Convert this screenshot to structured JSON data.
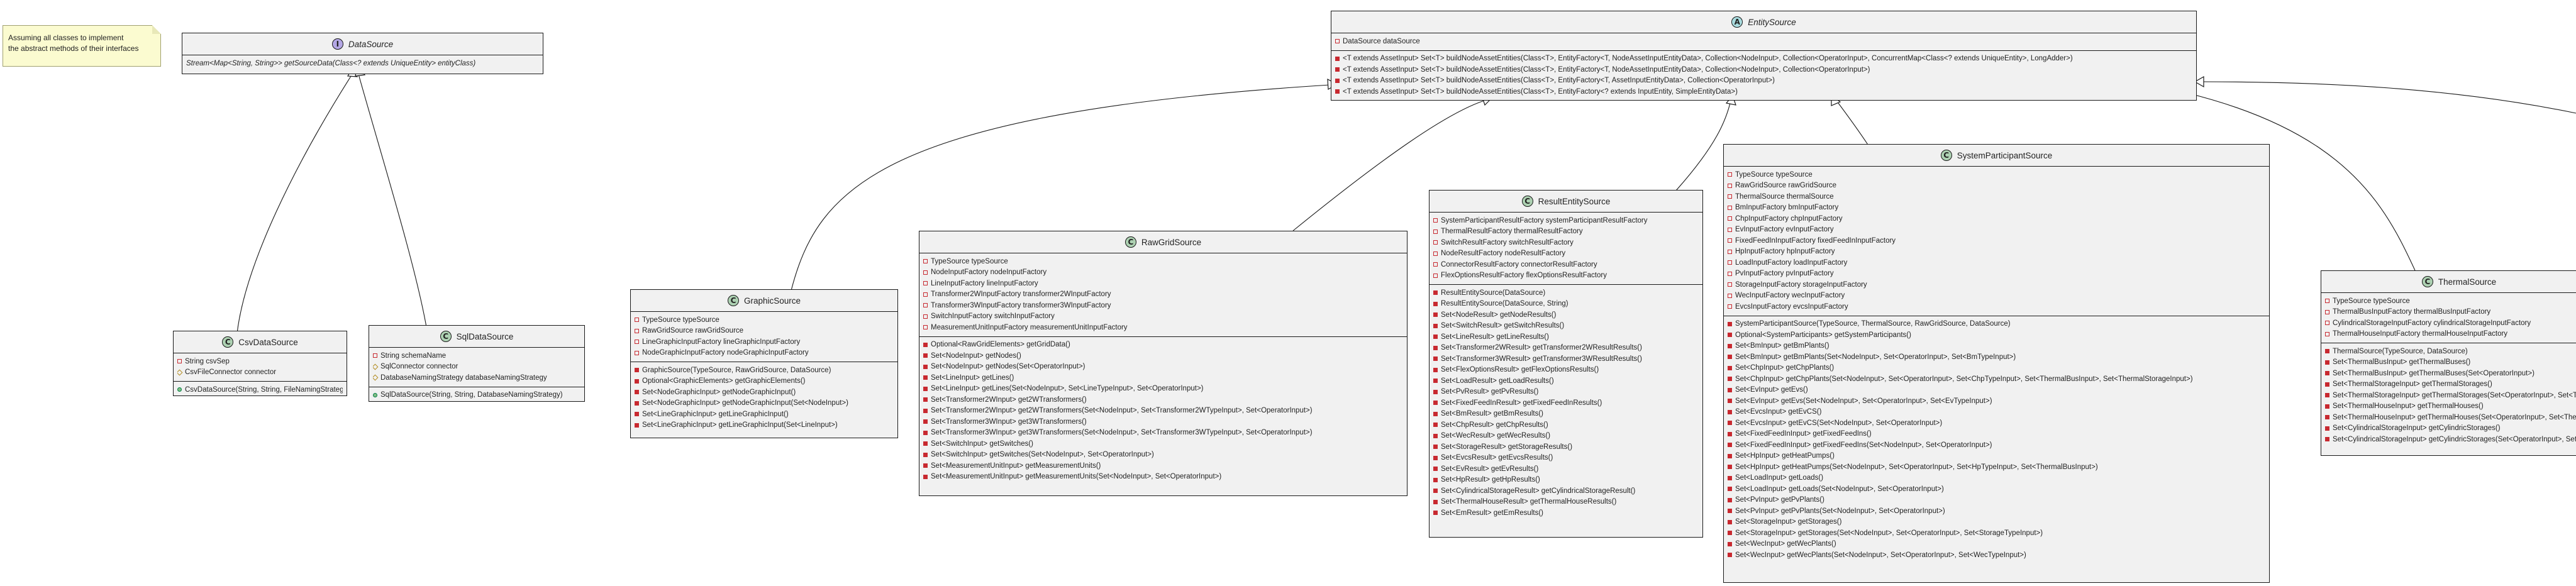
{
  "note": {
    "lines": [
      "Assuming all classes to implement",
      "the abstract methods of their interfaces"
    ]
  },
  "classes": {
    "datasource": {
      "kind": "interface",
      "name": "DataSource",
      "sections": [
        [
          {
            "vis": "abstract",
            "text": "Stream<Map<String, String>> getSourceData(Class<? extends UniqueEntity> entityClass)"
          }
        ]
      ]
    },
    "entitysource": {
      "kind": "abstract",
      "name": "EntitySource",
      "sections": [
        [
          {
            "vis": "private",
            "text": "DataSource dataSource"
          }
        ],
        [
          {
            "vis": "private-method",
            "text": "<T extends AssetInput> Set<T> buildNodeAssetEntities(Class<T>, EntityFactory<T, NodeAssetInputEntityData>, Collection<NodeInput>, Collection<OperatorInput>, ConcurrentMap<Class<? extends UniqueEntity>, LongAdder>)"
          },
          {
            "vis": "private-method",
            "text": "<T extends AssetInput> Set<T> buildNodeAssetEntities(Class<T>, EntityFactory<T, NodeAssetInputEntityData>, Collection<NodeInput>, Collection<OperatorInput>)"
          },
          {
            "vis": "private-method",
            "text": "<T extends AssetInput> Set<T> buildNodeAssetEntities(Class<T>, EntityFactory<T, AssetInputEntityData>, Collection<OperatorInput>)"
          },
          {
            "vis": "private-method",
            "text": "<T extends AssetInput> Set<T> buildNodeAssetEntities(Class<T>, EntityFactory<? extends InputEntity, SimpleEntityData>)"
          }
        ]
      ]
    },
    "csvdatasource": {
      "kind": "class",
      "name": "CsvDataSource",
      "sections": [
        [
          {
            "vis": "private",
            "text": "String csvSep"
          },
          {
            "vis": "protected",
            "text": "CsvFileConnector connector"
          }
        ],
        [
          {
            "vis": "public-method",
            "text": "CsvDataSource(String, String, FileNamingStrategy)"
          }
        ]
      ]
    },
    "sqldatasource": {
      "kind": "class",
      "name": "SqlDataSource",
      "sections": [
        [
          {
            "vis": "private",
            "text": "String schemaName"
          },
          {
            "vis": "protected",
            "text": "SqlConnector connector"
          },
          {
            "vis": "protected",
            "text": "DatabaseNamingStrategy databaseNamingStrategy"
          }
        ],
        [
          {
            "vis": "public-method",
            "text": "SqlDataSource(String, String, DatabaseNamingStrategy)"
          }
        ]
      ]
    },
    "graphicsource": {
      "kind": "class",
      "name": "GraphicSource",
      "sections": [
        [
          {
            "vis": "private",
            "text": "TypeSource typeSource"
          },
          {
            "vis": "private",
            "text": "RawGridSource rawGridSource"
          },
          {
            "vis": "private",
            "text": "LineGraphicInputFactory lineGraphicInputFactory"
          },
          {
            "vis": "private",
            "text": "NodeGraphicInputFactory nodeGraphicInputFactory"
          }
        ],
        [
          {
            "vis": "private-method",
            "text": "GraphicSource(TypeSource, RawGridSource, DataSource)"
          },
          {
            "vis": "private-method",
            "text": "Optional<GraphicElements> getGraphicElements()"
          },
          {
            "vis": "private-method",
            "text": "Set<NodeGraphicInput> getNodeGraphicInput()"
          },
          {
            "vis": "private-method",
            "text": "Set<NodeGraphicInput> getNodeGraphicInput(Set<NodeInput>)"
          },
          {
            "vis": "private-method",
            "text": "Set<LineGraphicInput> getLineGraphicInput()"
          },
          {
            "vis": "private-method",
            "text": "Set<LineGraphicInput> getLineGraphicInput(Set<LineInput>)"
          }
        ]
      ]
    },
    "rawgridsource": {
      "kind": "class",
      "name": "RawGridSource",
      "sections": [
        [
          {
            "vis": "private",
            "text": "TypeSource typeSource"
          },
          {
            "vis": "private",
            "text": "NodeInputFactory nodeInputFactory"
          },
          {
            "vis": "private",
            "text": "LineInputFactory lineInputFactory"
          },
          {
            "vis": "private",
            "text": "Transformer2WInputFactory transformer2WInputFactory"
          },
          {
            "vis": "private",
            "text": "Transformer3WInputFactory transformer3WInputFactory"
          },
          {
            "vis": "private",
            "text": "SwitchInputFactory switchInputFactory"
          },
          {
            "vis": "private",
            "text": "MeasurementUnitInputFactory measurementUnitInputFactory"
          }
        ],
        [
          {
            "vis": "private-method",
            "text": "Optional<RawGridElements> getGridData()"
          },
          {
            "vis": "private-method",
            "text": "Set<NodeInput> getNodes()"
          },
          {
            "vis": "private-method",
            "text": "Set<NodeInput> getNodes(Set<OperatorInput>)"
          },
          {
            "vis": "private-method",
            "text": "Set<LineInput> getLines()"
          },
          {
            "vis": "private-method",
            "text": "Set<LineInput> getLines(Set<NodeInput>, Set<LineTypeInput>, Set<OperatorInput>)"
          },
          {
            "vis": "private-method",
            "text": "Set<Transformer2WInput> get2WTransformers()"
          },
          {
            "vis": "private-method",
            "text": "Set<Transformer2WInput> get2WTransformers(Set<NodeInput>, Set<Transformer2WTypeInput>, Set<OperatorInput>)"
          },
          {
            "vis": "private-method",
            "text": "Set<Transformer3WInput> get3WTransformers()"
          },
          {
            "vis": "private-method",
            "text": "Set<Transformer3WInput> get3WTransformers(Set<NodeInput>, Set<Transformer3WTypeInput>, Set<OperatorInput>)"
          },
          {
            "vis": "private-method",
            "text": "Set<SwitchInput> getSwitches()"
          },
          {
            "vis": "private-method",
            "text": "Set<SwitchInput> getSwitches(Set<NodeInput>, Set<OperatorInput>)"
          },
          {
            "vis": "private-method",
            "text": "Set<MeasurementUnitInput> getMeasurementUnits()"
          },
          {
            "vis": "private-method",
            "text": "Set<MeasurementUnitInput> getMeasurementUnits(Set<NodeInput>, Set<OperatorInput>)"
          }
        ]
      ]
    },
    "resultentitysource": {
      "kind": "class",
      "name": "ResultEntitySource",
      "sections": [
        [
          {
            "vis": "private",
            "text": "SystemParticipantResultFactory systemParticipantResultFactory"
          },
          {
            "vis": "private",
            "text": "ThermalResultFactory thermalResultFactory"
          },
          {
            "vis": "private",
            "text": "SwitchResultFactory switchResultFactory"
          },
          {
            "vis": "private",
            "text": "NodeResultFactory nodeResultFactory"
          },
          {
            "vis": "private",
            "text": "ConnectorResultFactory connectorResultFactory"
          },
          {
            "vis": "private",
            "text": "FlexOptionsResultFactory flexOptionsResultFactory"
          }
        ],
        [
          {
            "vis": "private-method",
            "text": "ResultEntitySource(DataSource)"
          },
          {
            "vis": "private-method",
            "text": "ResultEntitySource(DataSource, String)"
          },
          {
            "vis": "private-method",
            "text": "Set<NodeResult> getNodeResults()"
          },
          {
            "vis": "private-method",
            "text": "Set<SwitchResult> getSwitchResults()"
          },
          {
            "vis": "private-method",
            "text": "Set<LineResult> getLineResults()"
          },
          {
            "vis": "private-method",
            "text": "Set<Transformer2WResult> getTransformer2WResultResults()"
          },
          {
            "vis": "private-method",
            "text": "Set<Transformer3WResult> getTransformer3WResultResults()"
          },
          {
            "vis": "private-method",
            "text": "Set<FlexOptionsResult> getFlexOptionsResults()"
          },
          {
            "vis": "private-method",
            "text": "Set<LoadResult> getLoadResults()"
          },
          {
            "vis": "private-method",
            "text": "Set<PvResult> getPvResults()"
          },
          {
            "vis": "private-method",
            "text": "Set<FixedFeedInResult> getFixedFeedInResults()"
          },
          {
            "vis": "private-method",
            "text": "Set<BmResult> getBmResults()"
          },
          {
            "vis": "private-method",
            "text": "Set<ChpResult> getChpResults()"
          },
          {
            "vis": "private-method",
            "text": "Set<WecResult> getWecResults()"
          },
          {
            "vis": "private-method",
            "text": "Set<StorageResult> getStorageResults()"
          },
          {
            "vis": "private-method",
            "text": "Set<EvcsResult> getEvcsResults()"
          },
          {
            "vis": "private-method",
            "text": "Set<EvResult> getEvResults()"
          },
          {
            "vis": "private-method",
            "text": "Set<HpResult> getHpResults()"
          },
          {
            "vis": "private-method",
            "text": "Set<CylindricalStorageResult> getCylindricalStorageResult()"
          },
          {
            "vis": "private-method",
            "text": "Set<ThermalHouseResult> getThermalHouseResults()"
          },
          {
            "vis": "private-method",
            "text": "Set<EmResult> getEmResults()"
          }
        ]
      ]
    },
    "systemparticipantsource": {
      "kind": "class",
      "name": "SystemParticipantSource",
      "sections": [
        [
          {
            "vis": "private",
            "text": "TypeSource typeSource"
          },
          {
            "vis": "private",
            "text": "RawGridSource rawGridSource"
          },
          {
            "vis": "private",
            "text": "ThermalSource thermalSource"
          },
          {
            "vis": "private",
            "text": "BmInputFactory bmInputFactory"
          },
          {
            "vis": "private",
            "text": "ChpInputFactory chpInputFactory"
          },
          {
            "vis": "private",
            "text": "EvInputFactory evInputFactory"
          },
          {
            "vis": "private",
            "text": "FixedFeedInInputFactory fixedFeedInInputFactory"
          },
          {
            "vis": "private",
            "text": "HpInputFactory hpInputFactory"
          },
          {
            "vis": "private",
            "text": "LoadInputFactory loadInputFactory"
          },
          {
            "vis": "private",
            "text": "PvInputFactory pvInputFactory"
          },
          {
            "vis": "private",
            "text": "StorageInputFactory storageInputFactory"
          },
          {
            "vis": "private",
            "text": "WecInputFactory wecInputFactory"
          },
          {
            "vis": "private",
            "text": "EvcsInputFactory evcsInputFactory"
          }
        ],
        [
          {
            "vis": "private-method",
            "text": "SystemParticipantSource(TypeSource, ThermalSource, RawGridSource, DataSource)"
          },
          {
            "vis": "private-method",
            "text": "Optional<SystemParticipants> getSystemParticipants()"
          },
          {
            "vis": "private-method",
            "text": "Set<BmInput> getBmPlants()"
          },
          {
            "vis": "private-method",
            "text": "Set<BmInput> getBmPlants(Set<NodeInput>, Set<OperatorInput>, Set<BmTypeInput>)"
          },
          {
            "vis": "private-method",
            "text": "Set<ChpInput> getChpPlants()"
          },
          {
            "vis": "private-method",
            "text": "Set<ChpInput> getChpPlants(Set<NodeInput>, Set<OperatorInput>, Set<ChpTypeInput>, Set<ThermalBusInput>, Set<ThermalStorageInput>)"
          },
          {
            "vis": "private-method",
            "text": "Set<EvInput> getEvs()"
          },
          {
            "vis": "private-method",
            "text": "Set<EvInput> getEvs(Set<NodeInput>, Set<OperatorInput>, Set<EvTypeInput>)"
          },
          {
            "vis": "private-method",
            "text": "Set<EvcsInput> getEvCS()"
          },
          {
            "vis": "private-method",
            "text": "Set<EvcsInput> getEvCS(Set<NodeInput>, Set<OperatorInput>)"
          },
          {
            "vis": "private-method",
            "text": "Set<FixedFeedInInput> getFixedFeedIns()"
          },
          {
            "vis": "private-method",
            "text": "Set<FixedFeedInInput> getFixedFeedIns(Set<NodeInput>, Set<OperatorInput>)"
          },
          {
            "vis": "private-method",
            "text": "Set<HpInput> getHeatPumps()"
          },
          {
            "vis": "private-method",
            "text": "Set<HpInput> getHeatPumps(Set<NodeInput>, Set<OperatorInput>, Set<HpTypeInput>, Set<ThermalBusInput>)"
          },
          {
            "vis": "private-method",
            "text": "Set<LoadInput> getLoads()"
          },
          {
            "vis": "private-method",
            "text": "Set<LoadInput> getLoads(Set<NodeInput>, Set<OperatorInput>)"
          },
          {
            "vis": "private-method",
            "text": "Set<PvInput> getPvPlants()"
          },
          {
            "vis": "private-method",
            "text": "Set<PvInput> getPvPlants(Set<NodeInput>, Set<OperatorInput>)"
          },
          {
            "vis": "private-method",
            "text": "Set<StorageInput> getStorages()"
          },
          {
            "vis": "private-method",
            "text": "Set<StorageInput> getStorages(Set<NodeInput>, Set<OperatorInput>, Set<StorageTypeInput>)"
          },
          {
            "vis": "private-method",
            "text": "Set<WecInput> getWecPlants()"
          },
          {
            "vis": "private-method",
            "text": "Set<WecInput> getWecPlants(Set<NodeInput>, Set<OperatorInput>, Set<WecTypeInput>)"
          }
        ]
      ]
    },
    "thermalsource": {
      "kind": "class",
      "name": "ThermalSource",
      "sections": [
        [
          {
            "vis": "private",
            "text": "TypeSource typeSource"
          },
          {
            "vis": "private",
            "text": "ThermalBusInputFactory thermalBusInputFactory"
          },
          {
            "vis": "private",
            "text": "CylindricalStorageInputFactory cylindricalStorageInputFactory"
          },
          {
            "vis": "private",
            "text": "ThermalHouseInputFactory thermalHouseInputFactory"
          }
        ],
        [
          {
            "vis": "private-method",
            "text": "ThermalSource(TypeSource, DataSource)"
          },
          {
            "vis": "private-method",
            "text": "Set<ThermalBusInput> getThermalBuses()"
          },
          {
            "vis": "private-method",
            "text": "Set<ThermalBusInput> getThermalBuses(Set<OperatorInput>)"
          },
          {
            "vis": "private-method",
            "text": "Set<ThermalStorageInput> getThermalStorages()"
          },
          {
            "vis": "private-method",
            "text": "Set<ThermalStorageInput> getThermalStorages(Set<OperatorInput>, Set<ThermalBusInput>)"
          },
          {
            "vis": "private-method",
            "text": "Set<ThermalHouseInput> getThermalHouses()"
          },
          {
            "vis": "private-method",
            "text": "Set<ThermalHouseInput> getThermalHouses(Set<OperatorInput>, Set<ThermalBusInput>)"
          },
          {
            "vis": "private-method",
            "text": "Set<CylindricalStorageInput> getCylindricStorages()"
          },
          {
            "vis": "private-method",
            "text": "Set<CylindricalStorageInput> getCylindricStorages(Set<OperatorInput>, Set<ThermalBusInput>)"
          }
        ]
      ]
    }
  },
  "relations": [
    {
      "from": "csvdatasource",
      "to": "datasource",
      "type": "realization"
    },
    {
      "from": "sqldatasource",
      "to": "datasource",
      "type": "realization"
    },
    {
      "from": "graphicsource",
      "to": "entitysource",
      "type": "generalization"
    },
    {
      "from": "rawgridsource",
      "to": "entitysource",
      "type": "generalization"
    },
    {
      "from": "resultentitysource",
      "to": "entitysource",
      "type": "generalization"
    },
    {
      "from": "systemparticipantsource",
      "to": "entitysource",
      "type": "generalization"
    },
    {
      "from": "thermalsource",
      "to": "entitysource",
      "type": "generalization"
    }
  ],
  "colors": {
    "class_fill": "#f1f1f1",
    "note_fill": "#fbfbd0",
    "class_badge": "#add1b2",
    "interface_badge": "#b4a7e5",
    "abstract_badge": "#a9dcdf",
    "private": "#c82930",
    "public": "#038048",
    "protected": "#b38d22"
  }
}
